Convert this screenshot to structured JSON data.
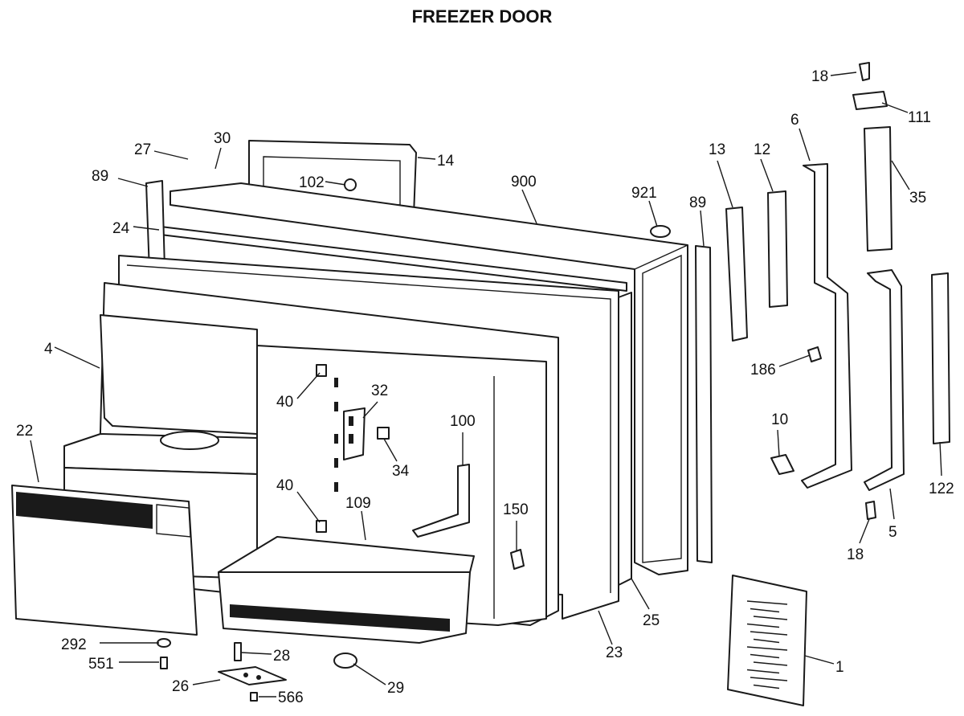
{
  "title": "FREEZER DOOR",
  "callouts": {
    "c18a": "18",
    "c111": "111",
    "c6": "6",
    "c35": "35",
    "c13": "13",
    "c12": "12",
    "c27": "27",
    "c30": "30",
    "c14": "14",
    "c89a": "89",
    "c102": "102",
    "c900": "900",
    "c921": "921",
    "c89b": "89",
    "c24": "24",
    "c4": "4",
    "c186": "186",
    "c32": "32",
    "c40a": "40",
    "c34": "34",
    "c100": "100",
    "c10": "10",
    "c22": "22",
    "c40b": "40",
    "c109": "109",
    "c150": "150",
    "c122": "122",
    "c5": "5",
    "c18b": "18",
    "c25": "25",
    "c23": "23",
    "c292": "292",
    "c28": "28",
    "c551": "551",
    "c1": "1",
    "c29": "29",
    "c26": "26",
    "c566": "566"
  },
  "booklet_lines": 12
}
